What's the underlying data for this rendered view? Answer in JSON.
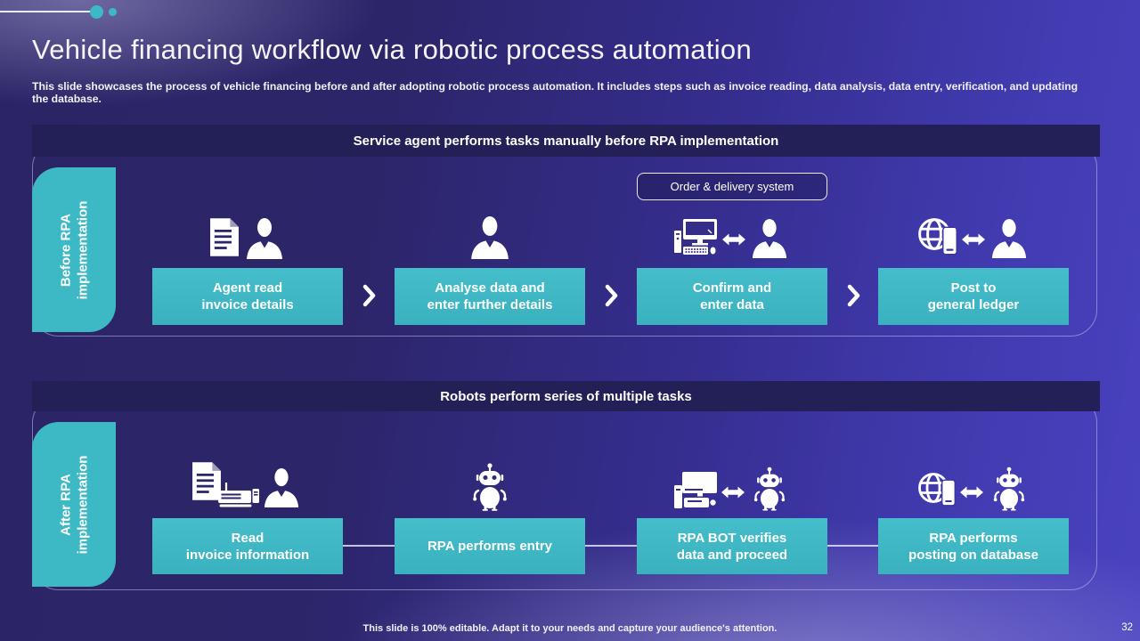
{
  "slide": {
    "title": "Vehicle financing workflow via robotic process automation",
    "subtitle": "This slide showcases the process of vehicle financing before and after adopting robotic process automation. It includes steps such as invoice reading, data analysis, data entry, verification, and updating the database.",
    "footer_note": "This slide is 100% editable. Adapt it to your needs and capture your audience's attention.",
    "page_number": "32"
  },
  "colors": {
    "accent_teal": "#3DB9C6",
    "band_navy": "#232057",
    "background_indigo_start": "#2B2566",
    "background_indigo_end": "#4A42C0",
    "text_white": "#FFFFFF"
  },
  "decor": {
    "top_rule": "horizontal-line",
    "dots": [
      "teal-dot-large",
      "teal-dot-small"
    ]
  },
  "sections": [
    {
      "band_title": "Service agent performs tasks manually before RPA implementation",
      "tab_label": "Before RPA\nimplementation",
      "callout_label": "Order & delivery system",
      "connector_style": "chevron",
      "steps": [
        {
          "label": "Agent read\ninvoice details",
          "icon": "document-person-icon"
        },
        {
          "label": "Analyse data and\nenter further details",
          "icon": "person-icon"
        },
        {
          "label": "Confirm and\nenter data",
          "icon": "computer-person-icon"
        },
        {
          "label": "Post to\ngeneral ledger",
          "icon": "globe-device-person-icon"
        }
      ]
    },
    {
      "band_title": "Robots perform series of multiple tasks",
      "tab_label": "After RPA\nimplementation",
      "connector_style": "line",
      "steps": [
        {
          "label": "Read\ninvoice information",
          "icon": "document-scanner-person-icon"
        },
        {
          "label": "RPA performs entry",
          "icon": "robot-icon"
        },
        {
          "label": "RPA BOT verifies\ndata and proceed",
          "icon": "computer-robot-icon"
        },
        {
          "label": "RPA performs\nposting on database",
          "icon": "globe-device-robot-icon"
        }
      ]
    }
  ]
}
